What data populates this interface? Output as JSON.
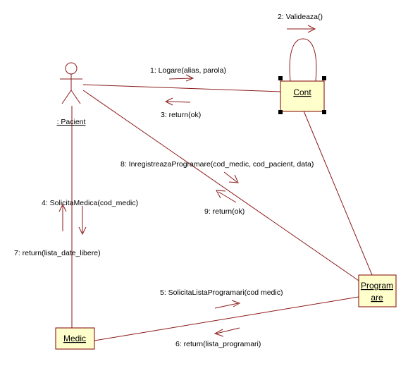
{
  "colors": {
    "line": "#8b1a1a",
    "object_fill": "#ffffcc",
    "object_border": "#800000",
    "handle": "#000000",
    "text": "#000000"
  },
  "actor": {
    "name": ": Pacient"
  },
  "objects": {
    "cont": {
      "name": "Cont"
    },
    "programare": {
      "line1": "Program",
      "line2": "are"
    },
    "medic": {
      "name": "Medic"
    }
  },
  "messages": {
    "m1": "1: Logare(alias, parola)",
    "m2": "2: Valideaza()",
    "m3": "3: return(ok)",
    "m4": "4: SolicitaMedica(cod_medic)",
    "m5": "5: SolicitaListaProgramari(cod medic)",
    "m6": "6: return(lista_programari)",
    "m7": "7: return(lista_date_libere)",
    "m8": "8: InregistreazaProgramare(cod_medic, cod_pacient, data)",
    "m9": "9: return(ok)"
  }
}
